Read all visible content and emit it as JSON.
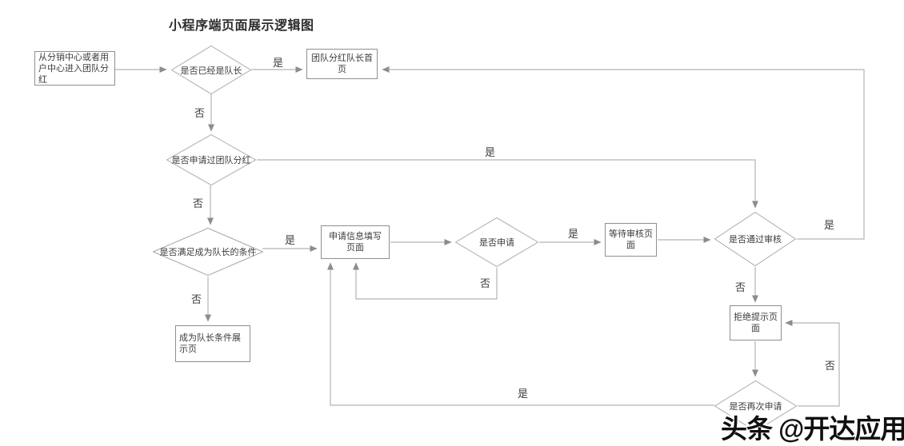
{
  "title": "小程序端页面展示逻辑图",
  "watermark": "头条 @开达应用",
  "labels": {
    "yes": "是",
    "no": "否"
  },
  "nodes": {
    "start": {
      "type": "rect",
      "text": "从分销中心或者用户中心进入团队分红"
    },
    "is_captain": {
      "type": "diamond",
      "text": "是否已经是队长"
    },
    "captain_home": {
      "type": "rect",
      "text": "团队分红队长首页"
    },
    "has_applied": {
      "type": "diamond",
      "text": "是否申请过团队分红"
    },
    "meets_conditions": {
      "type": "diamond",
      "text": "是否满足成为队长的条件"
    },
    "conditions_page": {
      "type": "rect",
      "text": "成为队长条件展示页"
    },
    "apply_form": {
      "type": "rect",
      "text": "申请信息填写页面"
    },
    "is_apply": {
      "type": "diamond",
      "text": "是否申请"
    },
    "waiting_review": {
      "type": "rect",
      "text": "等待审核页面"
    },
    "review_passed": {
      "type": "diamond",
      "text": "是否通过审核"
    },
    "reject_page": {
      "type": "rect",
      "text": "拒绝提示页面"
    },
    "apply_again": {
      "type": "diamond",
      "text": "是否再次申请"
    }
  },
  "edges": [
    {
      "from": "start",
      "to": "is_captain",
      "label": ""
    },
    {
      "from": "is_captain",
      "to": "captain_home",
      "label": "是"
    },
    {
      "from": "is_captain",
      "to": "has_applied",
      "label": "否"
    },
    {
      "from": "has_applied",
      "to": "review_passed",
      "label": "是"
    },
    {
      "from": "has_applied",
      "to": "meets_conditions",
      "label": "否"
    },
    {
      "from": "meets_conditions",
      "to": "apply_form",
      "label": "是"
    },
    {
      "from": "meets_conditions",
      "to": "conditions_page",
      "label": "否"
    },
    {
      "from": "apply_form",
      "to": "is_apply",
      "label": ""
    },
    {
      "from": "is_apply",
      "to": "waiting_review",
      "label": "是"
    },
    {
      "from": "is_apply",
      "to": "apply_form",
      "label": "否"
    },
    {
      "from": "waiting_review",
      "to": "review_passed",
      "label": ""
    },
    {
      "from": "review_passed",
      "to": "captain_home",
      "label": "是"
    },
    {
      "from": "review_passed",
      "to": "reject_page",
      "label": "否"
    },
    {
      "from": "reject_page",
      "to": "apply_again",
      "label": ""
    },
    {
      "from": "apply_again",
      "to": "apply_form",
      "label": "是"
    },
    {
      "from": "apply_again",
      "to": "reject_page",
      "label": "否"
    }
  ]
}
